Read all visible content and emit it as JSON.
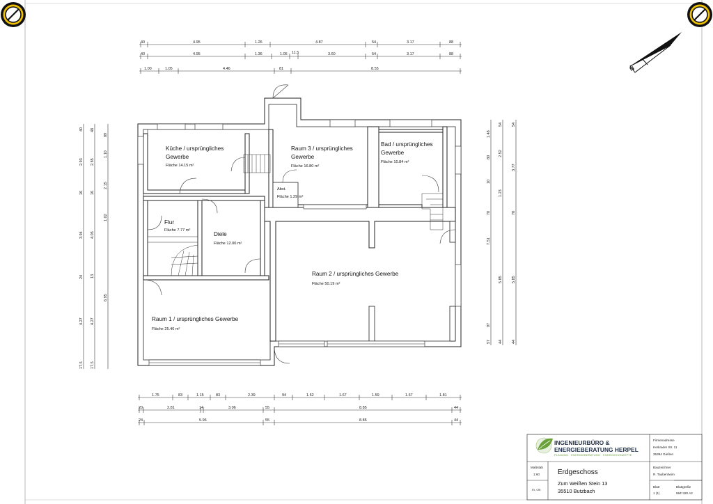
{
  "plan": {
    "top_dims_row1": [
      "40",
      "4.95",
      "1.26",
      "4.87",
      "54",
      "3.17",
      "88"
    ],
    "top_dims_row2": [
      "40",
      "4.95",
      "1.36",
      "1.05",
      "11.5",
      "3.60",
      "54",
      "3.17",
      "88"
    ],
    "top_dims_row3": [
      "1.00",
      "1.05",
      "4.46",
      "81",
      "8.55"
    ],
    "bottom_dims_row1": [
      "1.75",
      "83",
      "1.15",
      "83",
      "2.39",
      "94",
      "1.52",
      "1.67",
      "1.59",
      "1.67",
      "1.81"
    ],
    "bottom_dims_row2": [
      "20",
      "2.81",
      "14",
      "3.06",
      "55",
      "8.85",
      "44"
    ],
    "bottom_dims_row3": [
      "24",
      "5.96",
      "55",
      "8.85",
      "44"
    ],
    "left_dims_col1": [
      "40",
      "2.93",
      "16",
      "3.94",
      "24",
      "4.27",
      "17.5"
    ],
    "left_dims_col2": [
      "48",
      "2.85",
      "16",
      "4.05",
      "13",
      "4.27",
      "17.5"
    ],
    "left_dims_col3": [
      "89",
      "1.10",
      "2.15",
      "1.02",
      "6.95"
    ],
    "right_dims_col1": [
      "1.48",
      "80",
      "10",
      "70",
      "7.51",
      "97",
      "57"
    ],
    "right_dims_col2": [
      "54",
      "2.52",
      "1.23",
      "5.85",
      "44"
    ],
    "right_dims_col3": [
      "54",
      "3.77",
      "78",
      "5.85",
      "44"
    ],
    "rooms": [
      {
        "name_line1": "Küche / ursprüngliches",
        "name_line2": "Gewerbe",
        "area": "Fläche 14.15 m²"
      },
      {
        "name_line1": "Raum 3 / ursprüngliches",
        "name_line2": "Gewerbe",
        "area": "Fläche 16.80 m²"
      },
      {
        "name_line1": "Bad / ursprüngliches",
        "name_line2": "Gewerbe",
        "area": "Fläche 10.84 m²"
      },
      {
        "name_line1": "Abst.",
        "name_line2": "",
        "area": "Fläche 1.29 m²"
      },
      {
        "name_line1": "Flur",
        "name_line2": "",
        "area": "Fläche 7.77 m²"
      },
      {
        "name_line1": "Diele",
        "name_line2": "",
        "area": "Fläche 12.00 m²"
      },
      {
        "name_line1": "Raum 2 / ursprüngliches Gewerbe",
        "name_line2": "",
        "area": "Fläche 50.19 m²"
      },
      {
        "name_line1": "Raum 1 / ursprüngliches Gewerbe",
        "name_line2": "",
        "area": "Fläche 25.46 m²"
      }
    ],
    "north_label": "N"
  },
  "title_block": {
    "company_line1": "INGENIEURBÜRO &",
    "company_line2": "ENERGIEBERATUNG HERPEL",
    "company_sub": "PLANUNG · ENERGIEBERATUNG · ENERGIEKONZEPTE",
    "address_label": "Firmenadresse",
    "address_street": "Kerkrader Str. 11",
    "address_city": "35394 Gießen",
    "scale_label": "Maßstab",
    "scale_value": "1:60",
    "units": "m, cm",
    "drawing_title": "Erdgeschoss",
    "site_street": "Zum Weißen Stein 13",
    "site_city": "35510 Butzbach",
    "drafter_label": "Bauzeichner",
    "drafter_name": "R. Taubenheim",
    "sheet_label": "Blatt",
    "sheet_value": "1 (1)",
    "size_label": "Blattgröße",
    "size_value": "594*420 A2"
  },
  "colors": {
    "accent_green": "#6aa13a",
    "brand_navy": "#1f2f4a",
    "badge_yellow": "#f2c200"
  }
}
